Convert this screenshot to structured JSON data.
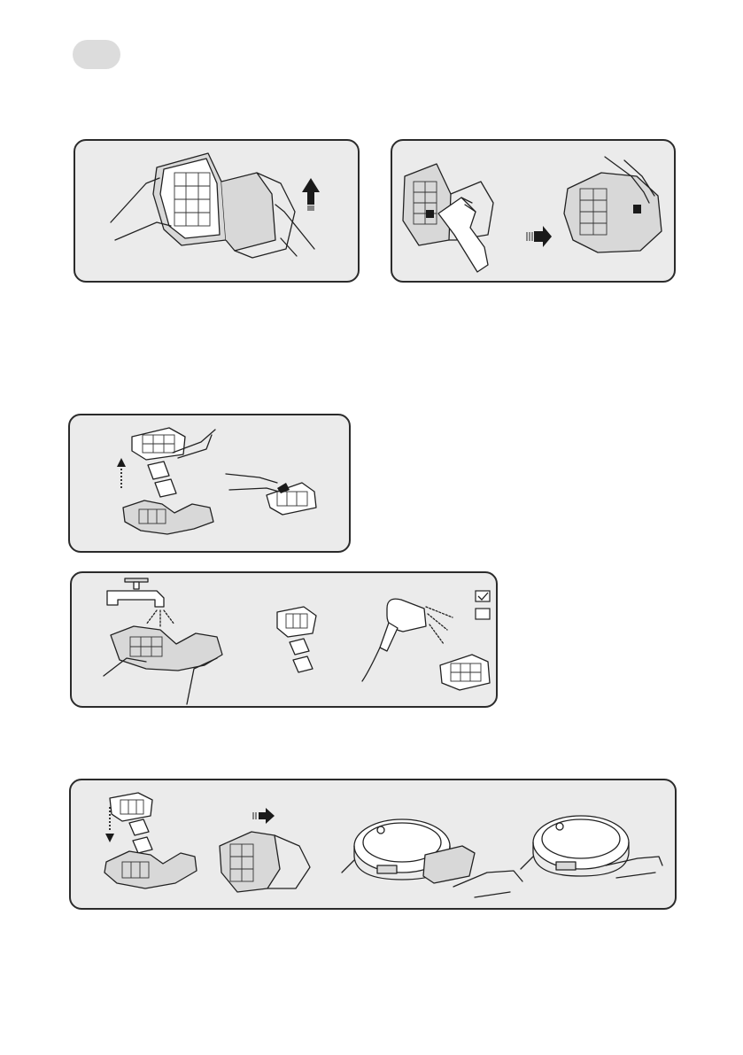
{
  "page": {
    "marker_badge": "",
    "panels": [
      {
        "id": "step-remove-dustbin",
        "icons": [
          "hands-icon",
          "dustbin-icon",
          "arrow-up-icon"
        ]
      },
      {
        "id": "step-open-filter-latch",
        "icons": [
          "dustbin-icon",
          "hand-icon",
          "arrow-right-icon",
          "dustbin-icon"
        ]
      },
      {
        "id": "step-take-out-filters",
        "icons": [
          "filter-frame-icon",
          "filter-sheet-icon",
          "filter-sheet-icon",
          "dustbin-tray-icon",
          "dotted-arrow-up-icon",
          "hand-pull-filter-icon"
        ]
      },
      {
        "id": "step-wash-and-dry",
        "icons": [
          "faucet-icon",
          "dustbin-tray-icon",
          "filter-stack-icon",
          "hair-dryer-icon",
          "checkbox-checked-icon",
          "checkbox-empty-icon"
        ]
      },
      {
        "id": "step-reassemble",
        "icons": [
          "filter-stack-icon",
          "dotted-arrow-down-icon",
          "arrow-right-icon",
          "dustbin-icon",
          "robot-vacuum-icon",
          "robot-vacuum-icon"
        ]
      }
    ],
    "checkboxes": [
      {
        "state": "checked"
      },
      {
        "state": "unchecked"
      }
    ]
  }
}
